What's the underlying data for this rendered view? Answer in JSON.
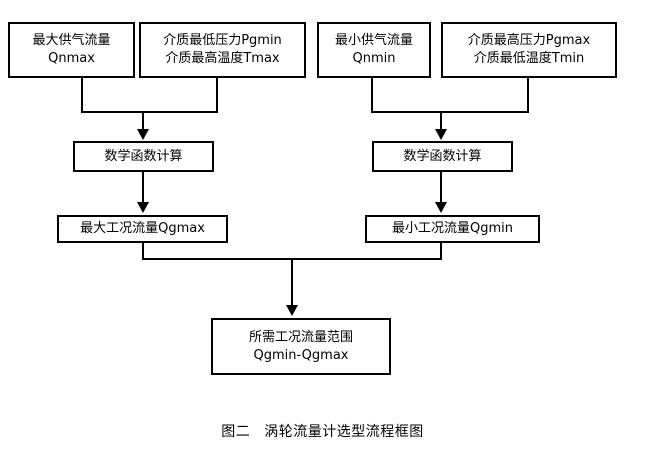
{
  "figure": {
    "caption_number": "图二",
    "caption_title": "涡轮流量计选型流程框图",
    "background_color": "#ffffff",
    "line_color": "#000000"
  },
  "nodes": {
    "qnmax": {
      "line1": "最大供气流量",
      "line2": "Qnmax"
    },
    "pgmin_tmax": {
      "line1": "介质最低压力Pgmin",
      "line2": "介质最高温度Tmax"
    },
    "qnmin": {
      "line1": "最小供气流量",
      "line2": "Qnmin"
    },
    "pgmax_tmin": {
      "line1": "介质最高压力Pgmax",
      "line2": "介质最低温度Tmin"
    },
    "calc_left": {
      "line1": "数学函数计算"
    },
    "calc_right": {
      "line1": "数学函数计算"
    },
    "qgmax": {
      "line1": "最大工况流量Qgmax"
    },
    "qgmin": {
      "line1": "最小工况流量Qgmin"
    },
    "result": {
      "line1": "所需工况流量范围",
      "line2": "Qgmin-Qgmax"
    }
  },
  "flow": {
    "type": "flowchart",
    "direction": "top-to-bottom",
    "edges": [
      {
        "from": "qnmax",
        "to": "calc_left",
        "style": "merge-then-arrow"
      },
      {
        "from": "pgmin_tmax",
        "to": "calc_left",
        "style": "merge-then-arrow"
      },
      {
        "from": "qnmin",
        "to": "calc_right",
        "style": "merge-then-arrow"
      },
      {
        "from": "pgmax_tmin",
        "to": "calc_right",
        "style": "merge-then-arrow"
      },
      {
        "from": "calc_left",
        "to": "qgmax",
        "style": "straight-arrow"
      },
      {
        "from": "calc_right",
        "to": "qgmin",
        "style": "straight-arrow"
      },
      {
        "from": "qgmax",
        "to": "result",
        "style": "merge-then-arrow"
      },
      {
        "from": "qgmin",
        "to": "result",
        "style": "merge-then-arrow"
      }
    ]
  }
}
